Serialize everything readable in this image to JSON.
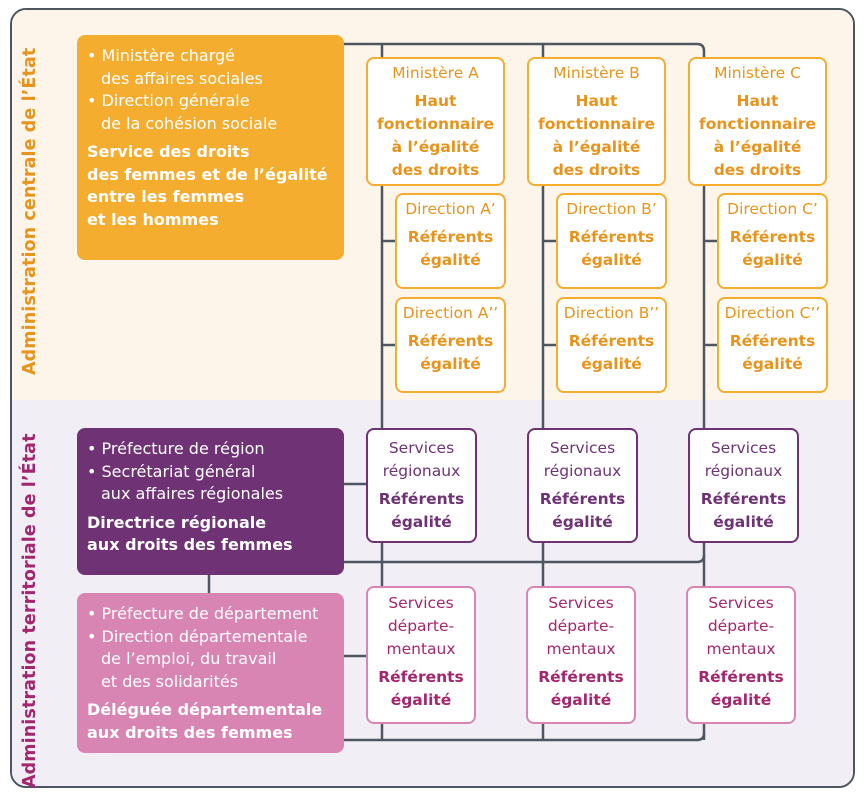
{
  "colors": {
    "central_accent": "#f5ad2f",
    "central_text": "#e8941c",
    "regional_accent": "#6e3275",
    "departmental_accent": "#d985b4",
    "departmental_text": "#a3276f",
    "connector": "#4d5661"
  },
  "sections": {
    "central": {
      "label": "Administration centrale de l’État",
      "main_box": {
        "bullets": [
          [
            "• Ministère chargé",
            "des affaires sociales"
          ],
          [
            "• Direction générale",
            "de la cohésion sociale"
          ]
        ],
        "title_lines": [
          "Service des droits",
          "des femmes et de l’égalité",
          "entre les femmes",
          "et les hommes"
        ]
      },
      "ministries": [
        {
          "name": "Ministère A",
          "role_lines": [
            "Haut",
            "fonctionnaire",
            "à l’égalité",
            "des droits"
          ],
          "directions": [
            {
              "name": "Direction A’",
              "role_lines": [
                "Référents",
                "égalité"
              ]
            },
            {
              "name": "Direction A’’",
              "role_lines": [
                "Référents",
                "égalité"
              ]
            }
          ]
        },
        {
          "name": "Ministère B",
          "role_lines": [
            "Haut",
            "fonctionnaire",
            "à l’égalité",
            "des droits"
          ],
          "directions": [
            {
              "name": "Direction B’",
              "role_lines": [
                "Référents",
                "égalité"
              ]
            },
            {
              "name": "Direction B’’",
              "role_lines": [
                "Référents",
                "égalité"
              ]
            }
          ]
        },
        {
          "name": "Ministère C",
          "role_lines": [
            "Haut",
            "fonctionnaire",
            "à l’égalité",
            "des droits"
          ],
          "directions": [
            {
              "name": "Direction C’",
              "role_lines": [
                "Référents",
                "égalité"
              ]
            },
            {
              "name": "Direction C’’",
              "role_lines": [
                "Référents",
                "égalité"
              ]
            }
          ]
        }
      ]
    },
    "territorial": {
      "label": "Administration territoriale de l’État",
      "regional_box": {
        "bullets": [
          [
            "• Préfecture de région"
          ],
          [
            "• Secrétariat général",
            "aux affaires régionales"
          ]
        ],
        "title_lines": [
          "Directrice régionale",
          "aux droits des femmes"
        ]
      },
      "departmental_box": {
        "bullets": [
          [
            "• Préfecture de département"
          ],
          [
            "• Direction départementale",
            "de l’emploi, du travail",
            "et des solidarités"
          ]
        ],
        "title_lines": [
          "Déléguée départementale",
          "aux droits des femmes"
        ]
      },
      "regional_services": [
        {
          "name_lines": [
            "Services",
            "régionaux"
          ],
          "role_lines": [
            "Référents",
            "égalité"
          ]
        },
        {
          "name_lines": [
            "Services",
            "régionaux"
          ],
          "role_lines": [
            "Référents",
            "égalité"
          ]
        },
        {
          "name_lines": [
            "Services",
            "régionaux"
          ],
          "role_lines": [
            "Référents",
            "égalité"
          ]
        }
      ],
      "departmental_services": [
        {
          "name_lines": [
            "Services",
            "départe-",
            "mentaux"
          ],
          "role_lines": [
            "Référents",
            "égalité"
          ]
        },
        {
          "name_lines": [
            "Services",
            "départe-",
            "mentaux"
          ],
          "role_lines": [
            "Référents",
            "égalité"
          ]
        },
        {
          "name_lines": [
            "Services",
            "départe-",
            "mentaux"
          ],
          "role_lines": [
            "Référents",
            "égalité"
          ]
        }
      ]
    }
  }
}
